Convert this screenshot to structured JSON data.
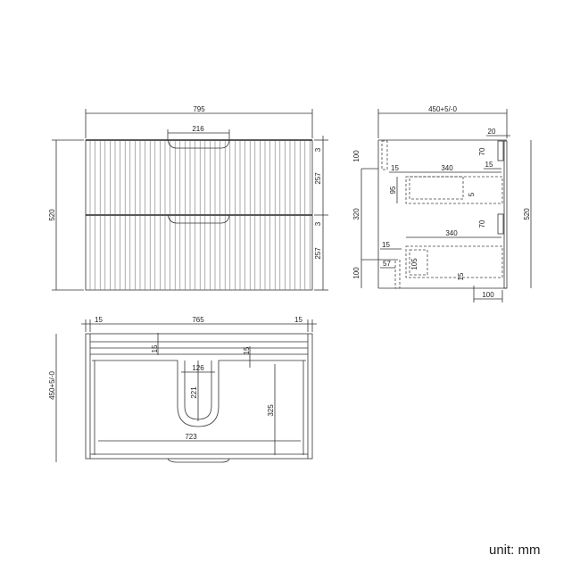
{
  "front_view": {
    "width": "795",
    "handle_width": "216",
    "height": "520",
    "gap_top": "3",
    "drawer_top": "257",
    "gap_mid": "3",
    "drawer_bottom": "257"
  },
  "side_view": {
    "depth": "450+5/-0",
    "back_panel": "20",
    "top_rail": "100",
    "rail_height_top": "70",
    "offset_top": "15",
    "drawer_depth_top": "340",
    "height": "520",
    "drawer_height_top": "95",
    "bottom_thk": "5",
    "mid": "320",
    "rail_height_bottom": "70",
    "offset_left": "15",
    "drawer_depth_bottom": "340",
    "bottom_offset": "57",
    "drawer_height_bottom": "105",
    "bottom_gap": "15",
    "plinth": "100",
    "foot": "100"
  },
  "plan_view": {
    "side_left": "15",
    "inner_width": "765",
    "side_right": "15",
    "depth": "450+5/-0",
    "rail_left": "15",
    "rail_right": "15",
    "cutout_width": "126",
    "cutout_depth": "221",
    "inner_depth": "325",
    "drawer_width": "723"
  },
  "unit_label": "unit: mm"
}
